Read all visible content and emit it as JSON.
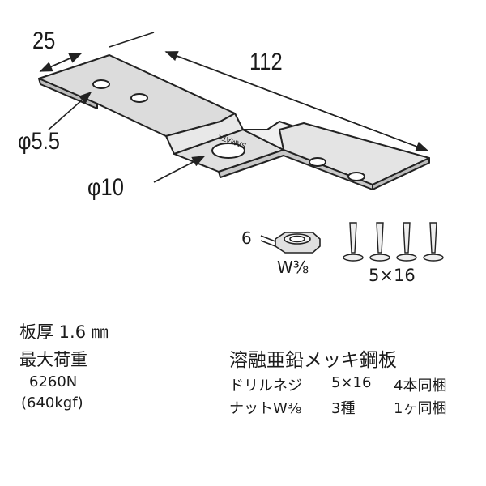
{
  "dimensions": {
    "width": "25",
    "length": "112",
    "small_hole": "φ5.5",
    "large_hole": "φ10"
  },
  "accessories": {
    "nut_label": "6",
    "nut_size": "W⅜",
    "screw_size": "5×16"
  },
  "stamp": "SAMATA",
  "specs": {
    "thickness": "板厚 1.6 ㎜",
    "max_load_label": "最大荷重",
    "max_load_n": "6260N",
    "max_load_kgf": "(640kgf)"
  },
  "material": {
    "title": "溶融亜鉛メッキ鋼板",
    "rows": [
      {
        "item": "ドリルネジ",
        "size": "5×16",
        "qty": "4本同梱"
      },
      {
        "item": "ナットW⅜",
        "size": "3種",
        "qty": "1ヶ同梱"
      }
    ]
  }
}
